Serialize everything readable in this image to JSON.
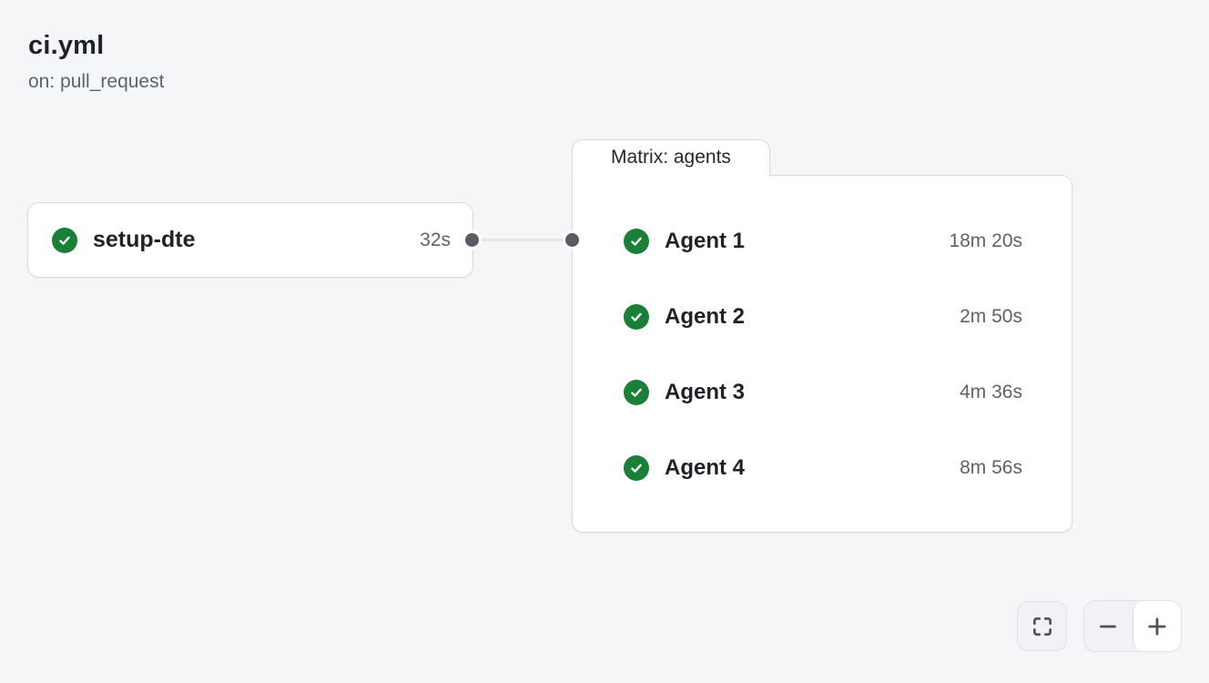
{
  "header": {
    "title": "ci.yml",
    "trigger": "on: pull_request"
  },
  "workflow": {
    "job": {
      "name": "setup-dte",
      "duration": "32s",
      "status": "success"
    },
    "matrix": {
      "label": "Matrix: agents",
      "agents": [
        {
          "name": "Agent 1",
          "duration": "18m 20s",
          "status": "success"
        },
        {
          "name": "Agent 2",
          "duration": "2m 50s",
          "status": "success"
        },
        {
          "name": "Agent 3",
          "duration": "4m 36s",
          "status": "success"
        },
        {
          "name": "Agent 4",
          "duration": "8m 56s",
          "status": "success"
        }
      ]
    }
  },
  "controls": {
    "fit_icon": "fit-to-screen-icon",
    "zoom_out_icon": "minus-icon",
    "zoom_in_icon": "plus-icon"
  },
  "icons": {
    "status": "check-circle-icon"
  },
  "colors": {
    "canvas": "#f5f6f8",
    "card_border": "#d8dade",
    "text_primary": "#1f2329",
    "text_secondary": "#5b636d",
    "success": "#1a7f37",
    "dot": "#595c63",
    "line": "#e2e3e7",
    "control_bg": "#f1f2f5",
    "control_border": "#dfe1e6"
  }
}
